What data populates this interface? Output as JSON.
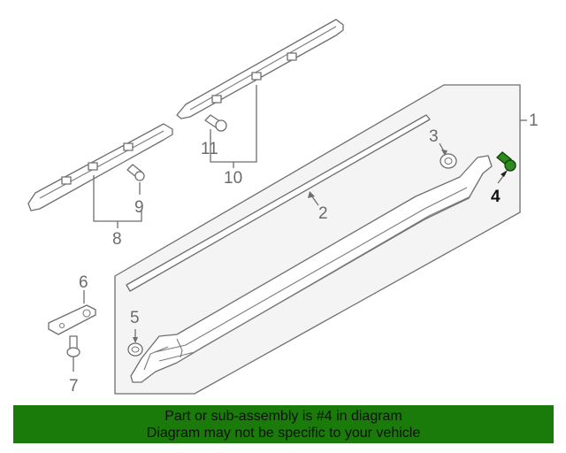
{
  "callouts": {
    "c1": "1",
    "c2": "2",
    "c3": "3",
    "c4": "4",
    "c5": "5",
    "c6": "6",
    "c7": "7",
    "c8": "8",
    "c9": "9",
    "c10": "10",
    "c11": "11"
  },
  "highlight_callout": "4",
  "colors": {
    "banner_bg": "#1a7a0a",
    "highlight_part": "#2e8b1e",
    "line_art": "#6e6e6e",
    "panel_bg": "#f4f4f4"
  },
  "banner": {
    "line1": "Part or sub-assembly is #4 in diagram",
    "line2": "Diagram may not be specific to your vehicle"
  }
}
